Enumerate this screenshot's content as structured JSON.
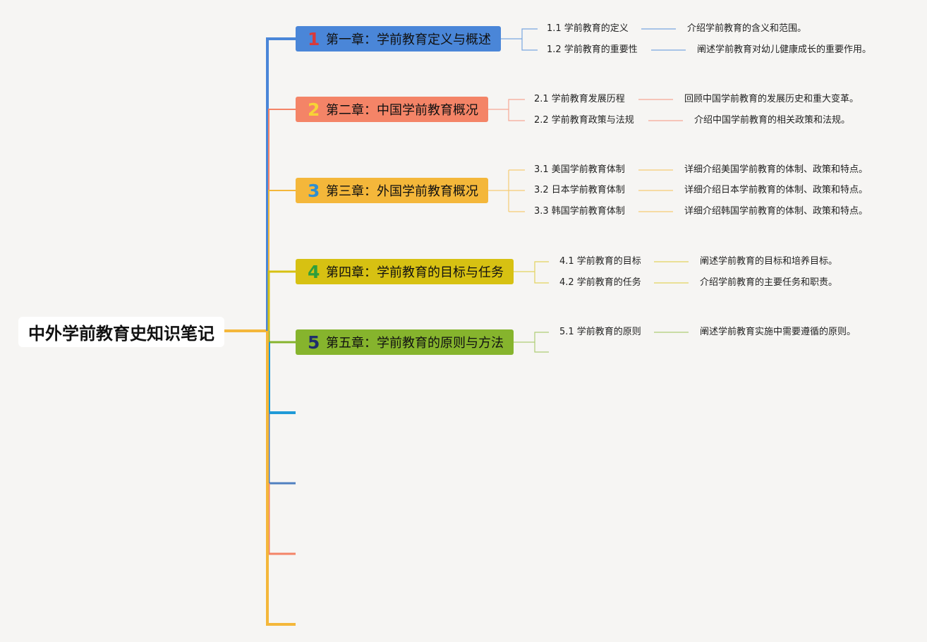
{
  "root": {
    "title": "中外学前教育史知识笔记"
  },
  "colors": {
    "background": "#f6f5f3",
    "trunk": "#f4b73a",
    "ch1": "#4a86d8",
    "ch2": "#f48467",
    "ch3": "#f4b73a",
    "ch4": "#d7c112",
    "ch5": "#86b42d",
    "extra_cyan": "#1f9ad7",
    "extra_blue": "#5080c0",
    "extra_salmon": "#f48467"
  },
  "chapters": [
    {
      "number": "1",
      "number_color": "#d93a3a",
      "title": "第一章：学前教育定义与概述",
      "color": "#4a86d8",
      "sections": [
        {
          "label": "1.1 学前教育的定义",
          "desc": "介绍学前教育的含义和范围。"
        },
        {
          "label": "1.2 学前教育的重要性",
          "desc": "阐述学前教育对幼儿健康成长的重要作用。"
        }
      ]
    },
    {
      "number": "2",
      "number_color": "#f7d336",
      "title": "第二章：中国学前教育概况",
      "color": "#f48467",
      "sections": [
        {
          "label": "2.1 学前教育发展历程",
          "desc": "回顾中国学前教育的发展历史和重大变革。"
        },
        {
          "label": "2.2 学前教育政策与法规",
          "desc": "介绍中国学前教育的相关政策和法规。"
        }
      ]
    },
    {
      "number": "3",
      "number_color": "#2e8fd0",
      "title": "第三章：外国学前教育概况",
      "color": "#f4b73a",
      "sections": [
        {
          "label": "3.1 美国学前教育体制",
          "desc": "详细介绍美国学前教育的体制、政策和特点。"
        },
        {
          "label": "3.2 日本学前教育体制",
          "desc": "详细介绍日本学前教育的体制、政策和特点。"
        },
        {
          "label": "3.3 韩国学前教育体制",
          "desc": "详细介绍韩国学前教育的体制、政策和特点。"
        }
      ]
    },
    {
      "number": "4",
      "number_color": "#2f9e3c",
      "title": "第四章：学前教育的目标与任务",
      "color": "#d7c112",
      "sections": [
        {
          "label": "4.1 学前教育的目标",
          "desc": "阐述学前教育的目标和培养目标。"
        },
        {
          "label": "4.2 学前教育的任务",
          "desc": "介绍学前教育的主要任务和职责。"
        }
      ]
    },
    {
      "number": "5",
      "number_color": "#1f2e6b",
      "title": "第五章：学前教育的原则与方法",
      "color": "#86b42d",
      "sections": [
        {
          "label": "5.1 学前教育的原则",
          "desc": "阐述学前教育实施中需要遵循的原则。"
        }
      ]
    }
  ]
}
